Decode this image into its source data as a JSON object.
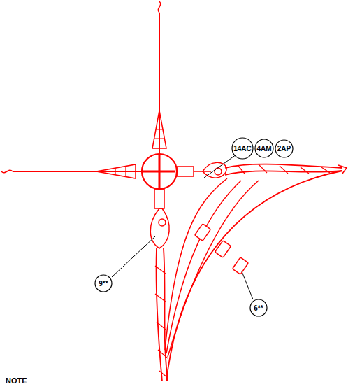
{
  "diagram": {
    "nodes": [
      {
        "text": [
          "14AC"
        ]
      },
      {
        "text": [
          "4AM"
        ]
      },
      {
        "text": [
          "2AP"
        ]
      },
      {
        "text": [
          "9**"
        ]
      },
      {
        "text": [
          "6**"
        ]
      }
    ],
    "labels": [
      "NOTE"
    ]
  }
}
